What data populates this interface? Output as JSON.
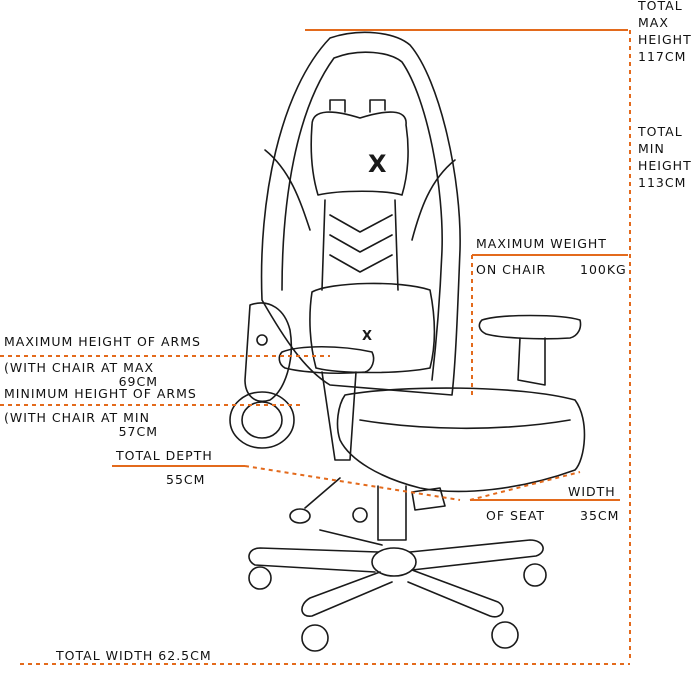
{
  "diagram": {
    "accent_color": "#e36a1c",
    "line_color": "#1a1a1a",
    "subject_icon": "gaming-chair-line-drawing",
    "logo_mark": "X",
    "labels": {
      "max_height_1": "TOTAL",
      "max_height_2": "MAX",
      "max_height_3": "HEIGHT",
      "max_height_4": "117CM",
      "min_height_1": "TOTAL",
      "min_height_2": "MIN",
      "min_height_3": "HEIGHT",
      "min_height_4": "113CM",
      "max_weight_title": "MAXIMUM WEIGHT",
      "max_weight_sub": "ON CHAIR",
      "max_weight_value": "100KG",
      "max_arm_title": "MAXIMUM HEIGHT OF ARMS",
      "max_arm_sub": "(WITH CHAIR AT MAX",
      "max_arm_value": "69CM",
      "min_arm_title": "MINIMUM HEIGHT OF ARMS",
      "min_arm_sub": "(WITH CHAIR AT MIN",
      "min_arm_value": "57CM",
      "depth_title": "TOTAL DEPTH",
      "depth_value": "55CM",
      "width_title": "WIDTH",
      "width_sub": "OF SEAT",
      "width_value": "35CM",
      "total_width": "TOTAL WIDTH 62.5CM"
    }
  }
}
